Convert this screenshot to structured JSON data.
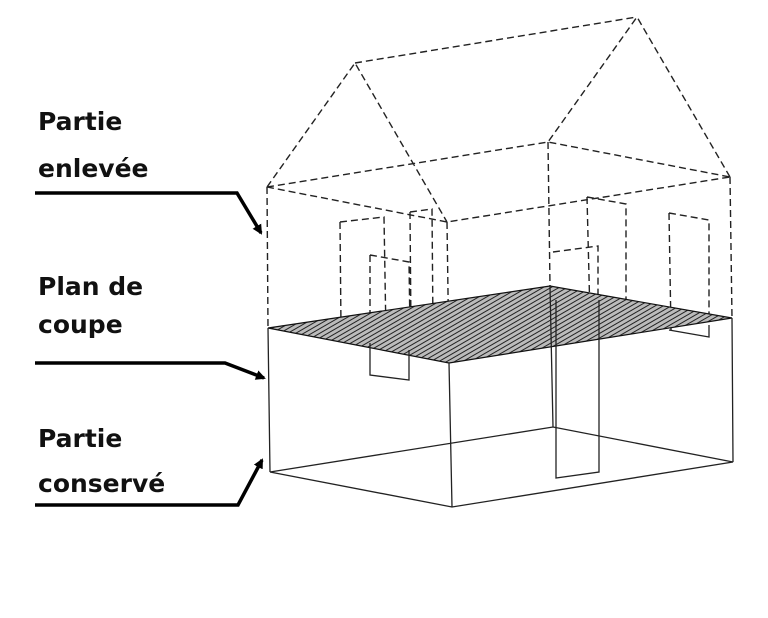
{
  "labels": {
    "removed": {
      "line1": "Partie",
      "line2": "enlevée"
    },
    "cutting_plane": {
      "line1": "Plan de",
      "line2": "coupe"
    },
    "kept": {
      "line1": "Partie",
      "line2": "conservé"
    }
  }
}
